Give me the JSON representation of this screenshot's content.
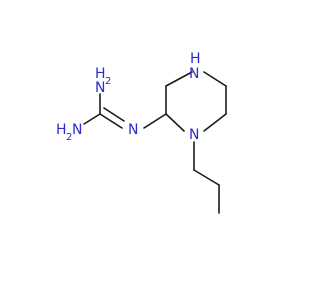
{
  "molecule": {
    "atoms": {
      "nh_ring": {
        "element": "N",
        "hydrogens": "H"
      },
      "n_ring_propyl": {
        "element": "N"
      },
      "n_imine": {
        "element": "N"
      },
      "nh2_top": {
        "element": "N",
        "hydrogens": "H",
        "h_count": "2"
      },
      "nh2_left": {
        "element": "N",
        "hydrogens": "H",
        "h_count": "2"
      }
    },
    "colors": {
      "nitrogen": "#2b2bd0",
      "bond": "#1a1a1a"
    }
  }
}
